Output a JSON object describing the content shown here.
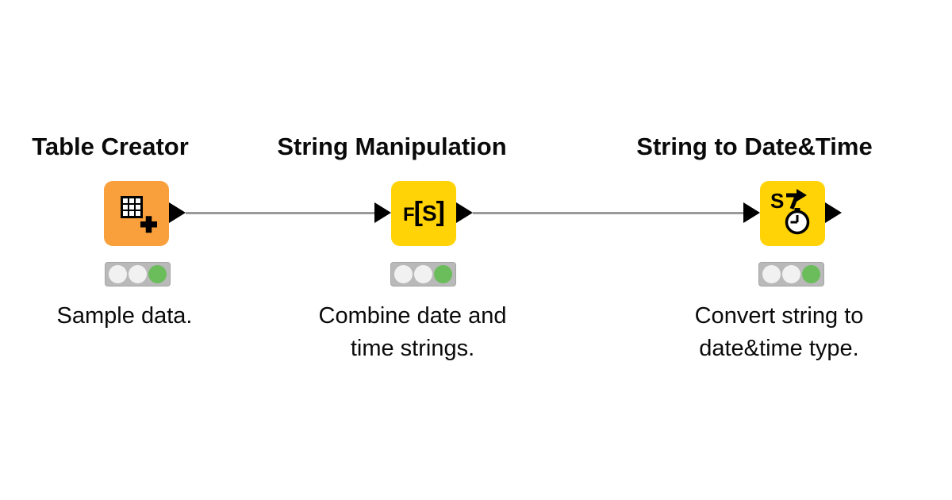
{
  "canvas": {
    "background": "#ffffff"
  },
  "colors": {
    "source_node": "#F9A03C",
    "manipulator_node": "#FFD305",
    "port_black": "#000000",
    "connection_gray": "#9a9a9a",
    "status_bar_bg": "#b9b9b9",
    "status_light_off": "#f1f1f1",
    "status_light_green": "#6bbd5b",
    "text": "#0a0a0a"
  },
  "workflow": {
    "nodes": [
      {
        "title": "Table Creator",
        "desc_lines": [
          "Sample data."
        ],
        "icon": "table-grid-plus-icon",
        "node_color": "#F9A03C",
        "status_lights": [
          "off",
          "off",
          "green"
        ]
      },
      {
        "title": "String Manipulation",
        "desc_lines": [
          "Combine date and",
          "time strings."
        ],
        "icon": "f-bracket-s-icon",
        "icon_text": {
          "f": "F",
          "open": "[",
          "s": "S",
          "close": "]"
        },
        "node_color": "#FFD305",
        "status_lights": [
          "off",
          "off",
          "green"
        ]
      },
      {
        "title": "String to Date&Time",
        "desc_lines": [
          "Convert string to",
          "date&time type."
        ],
        "icon": "string-arrow-clock-icon",
        "icon_letter": "S",
        "node_color": "#FFD305",
        "status_lights": [
          "off",
          "off",
          "green"
        ]
      }
    ],
    "connections": [
      {
        "from": "Table Creator",
        "to": "String Manipulation"
      },
      {
        "from": "String Manipulation",
        "to": "String to Date&Time"
      }
    ]
  }
}
